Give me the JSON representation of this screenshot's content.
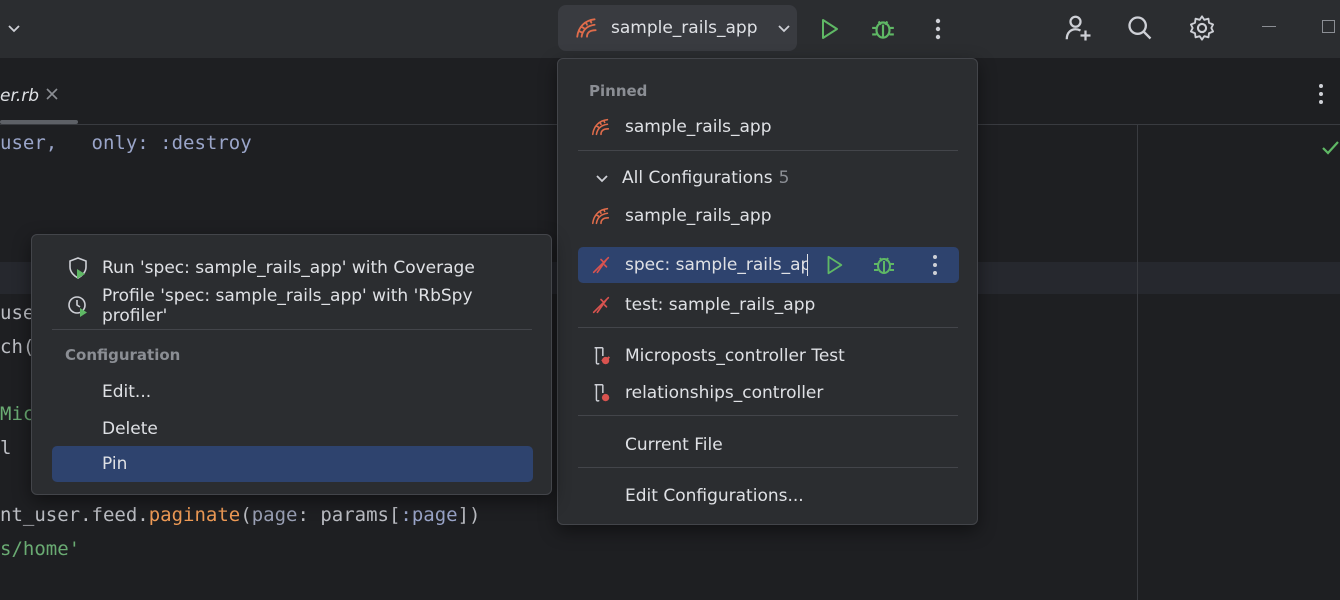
{
  "titlebar": {
    "run_config_name": "sample_rails_app"
  },
  "tab": {
    "label": "er.rb"
  },
  "editor": {
    "lines": [
      {
        "segments": [
          {
            "t": "user,   ",
            "c": "kw-sym"
          },
          {
            "t": "only: :destroy",
            "c": "kw-sym"
          }
        ]
      },
      {
        "segments": [
          {
            "t": "use",
            "c": "c-default"
          }
        ]
      },
      {
        "segments": [
          {
            "t": "ch(",
            "c": "c-default"
          }
        ]
      },
      {
        "segments": [
          {
            "t": "Mic",
            "c": "c-green"
          }
        ]
      },
      {
        "segments": [
          {
            "t": "l",
            "c": "c-default"
          }
        ]
      },
      {
        "segments": [
          {
            "t": "nt_user.feed.",
            "c": "c-default"
          },
          {
            "t": "paginate",
            "c": "c-orange"
          },
          {
            "t": "(",
            "c": "c-default"
          },
          {
            "t": "page",
            "c": "c-param"
          },
          {
            "t": ": params[",
            "c": "c-default"
          },
          {
            "t": ":page",
            "c": "kw-sym"
          },
          {
            "t": "])",
            "c": "c-default"
          }
        ]
      },
      {
        "segments": [
          {
            "t": "s/home'",
            "c": "c-green"
          }
        ]
      }
    ]
  },
  "run_popup": {
    "pinned_header": "Pinned",
    "pinned_item": "sample_rails_app",
    "all_configs_label": "All Configurations",
    "all_configs_count": "5",
    "items": [
      {
        "label": "sample_rails_app"
      },
      {
        "label": "spec: sample_rails_app"
      },
      {
        "label": "test: sample_rails_app"
      },
      {
        "label": "Microposts_controller Test"
      },
      {
        "label": "relationships_controller"
      }
    ],
    "current_file": "Current File",
    "edit_configurations": "Edit Configurations..."
  },
  "context_menu": {
    "run_coverage": "Run 'spec: sample_rails_app' with Coverage",
    "profile": "Profile 'spec: sample_rails_app' with 'RbSpy profiler'",
    "configuration_header": "Configuration",
    "edit": "Edit...",
    "delete": "Delete",
    "pin": "Pin"
  },
  "colors": {
    "accent_green": "#5fb865",
    "rails_orange": "#e06c4b",
    "spec_red": "#d9534f",
    "selection": "#2e436e"
  }
}
